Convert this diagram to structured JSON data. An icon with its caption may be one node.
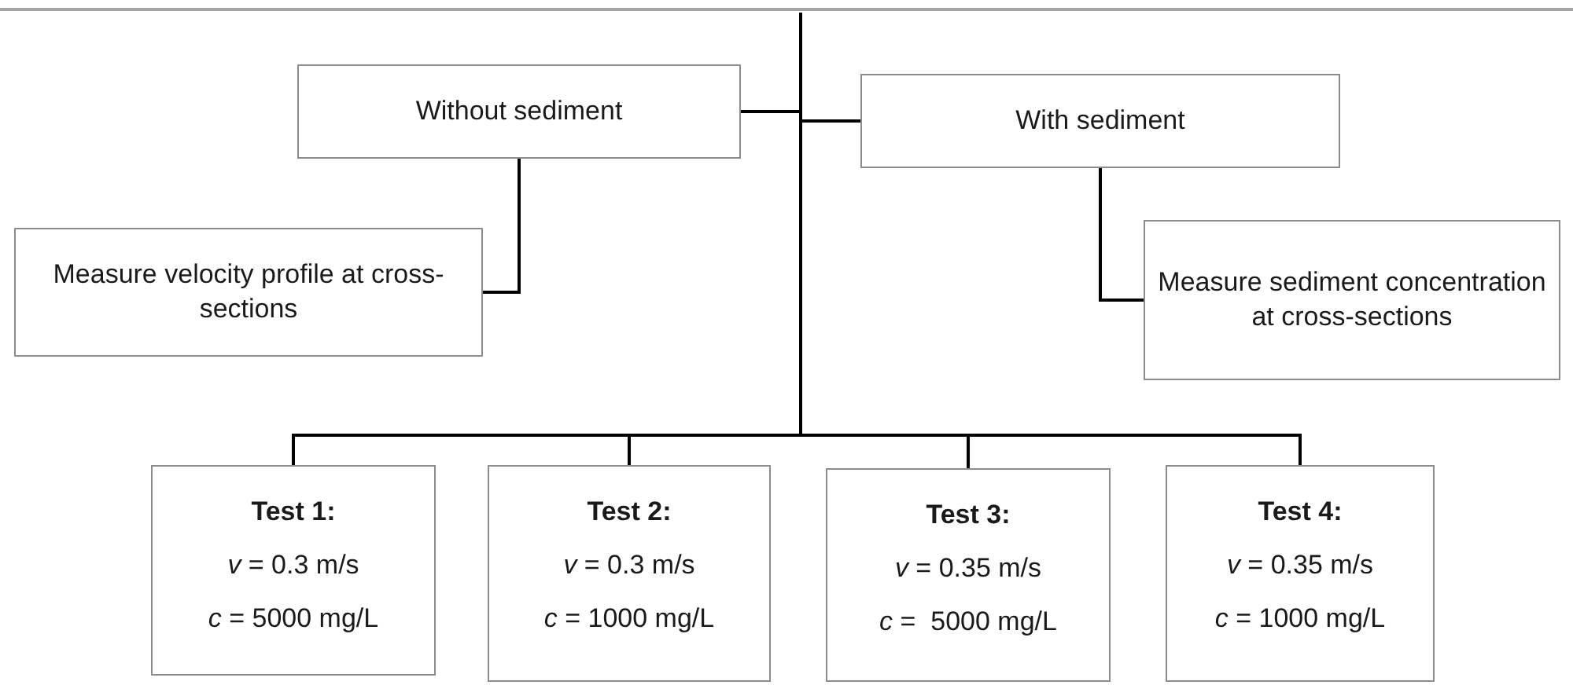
{
  "diagram": {
    "nodes": [
      {
        "text": [
          "Without sediment"
        ]
      },
      {
        "text": [
          "With sediment"
        ]
      },
      {
        "text": [
          "Measure velocity profile at cross-sections"
        ]
      },
      {
        "text": [
          "Measure sediment concentration at cross-sections"
        ]
      },
      {
        "text": [
          "Test 1:",
          "*v* = 0.3 m/s",
          "*c* = 5000 mg/L"
        ]
      },
      {
        "text": [
          "Test 2:",
          "*v* = 0.3 m/s",
          "*c* = 1000 mg/L"
        ]
      },
      {
        "text": [
          "Test 3:",
          "*v* = 0.35 m/s",
          "*c* =  5000 mg/L"
        ]
      },
      {
        "text": [
          "Test 4:",
          "*v* = 0.35 m/s",
          "*c* = 1000 mg/L"
        ]
      }
    ],
    "edges": [
      {
        "from": null,
        "to": 0,
        "arrow": "none"
      },
      {
        "from": null,
        "to": 1,
        "arrow": "none"
      },
      {
        "from": 0,
        "to": 2,
        "arrow": "none"
      },
      {
        "from": 1,
        "to": 3,
        "arrow": "none"
      },
      {
        "from": null,
        "to": 4,
        "arrow": "none"
      },
      {
        "from": null,
        "to": 5,
        "arrow": "none"
      },
      {
        "from": null,
        "to": 6,
        "arrow": "none"
      },
      {
        "from": null,
        "to": 7,
        "arrow": "none"
      }
    ]
  }
}
